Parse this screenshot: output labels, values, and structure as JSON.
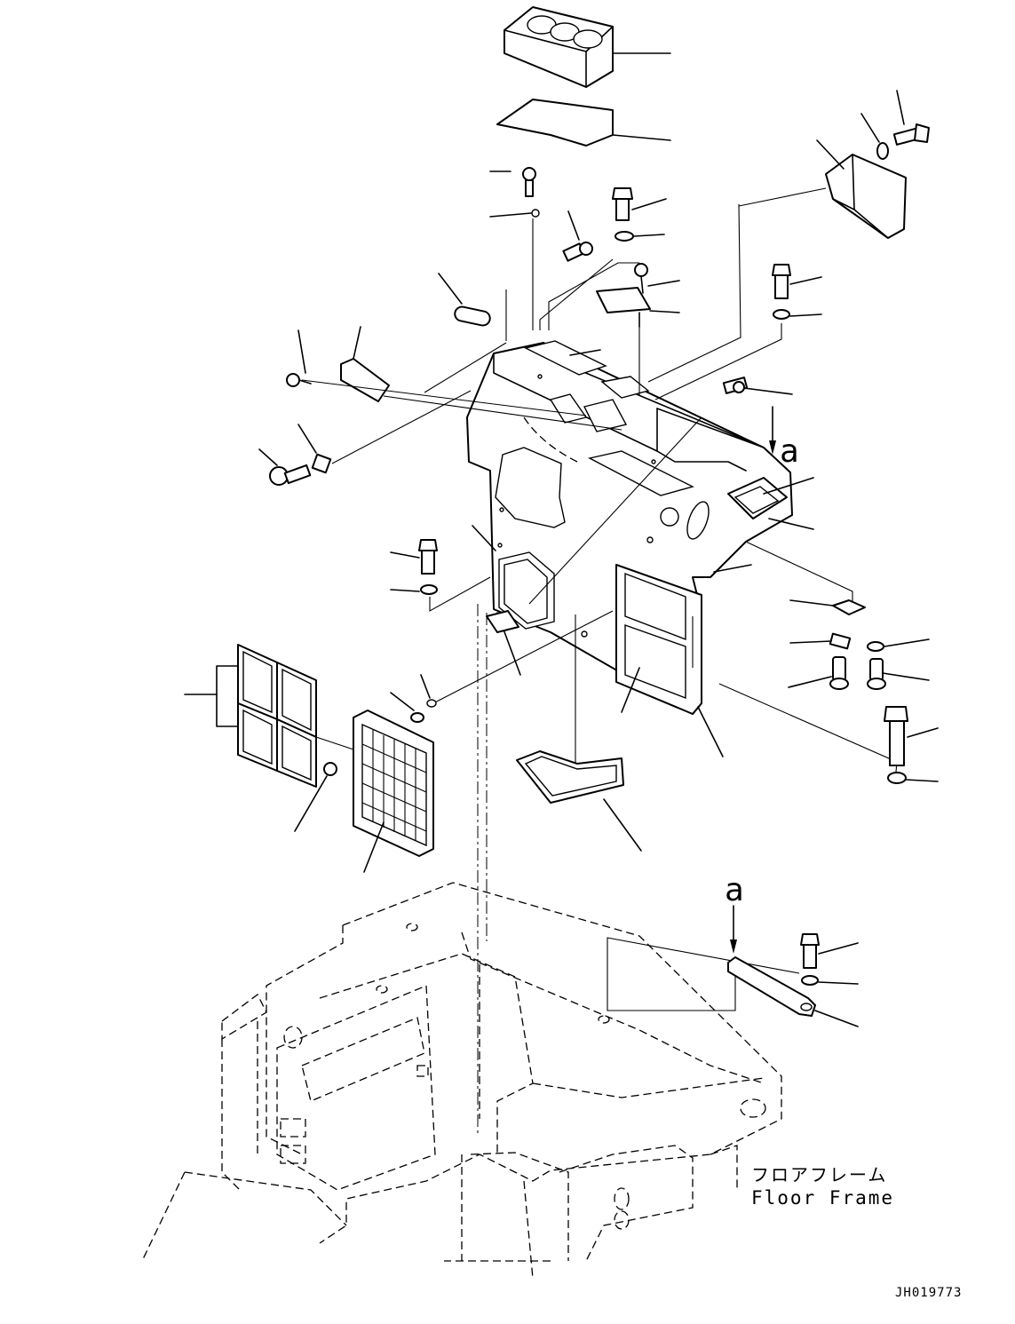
{
  "diagram": {
    "floor_frame_label_jp": "フロアフレーム",
    "floor_frame_label_en": "Floor Frame",
    "view_marker_top": "a",
    "view_marker_bottom": "a",
    "drawing_number": "JH019773"
  }
}
